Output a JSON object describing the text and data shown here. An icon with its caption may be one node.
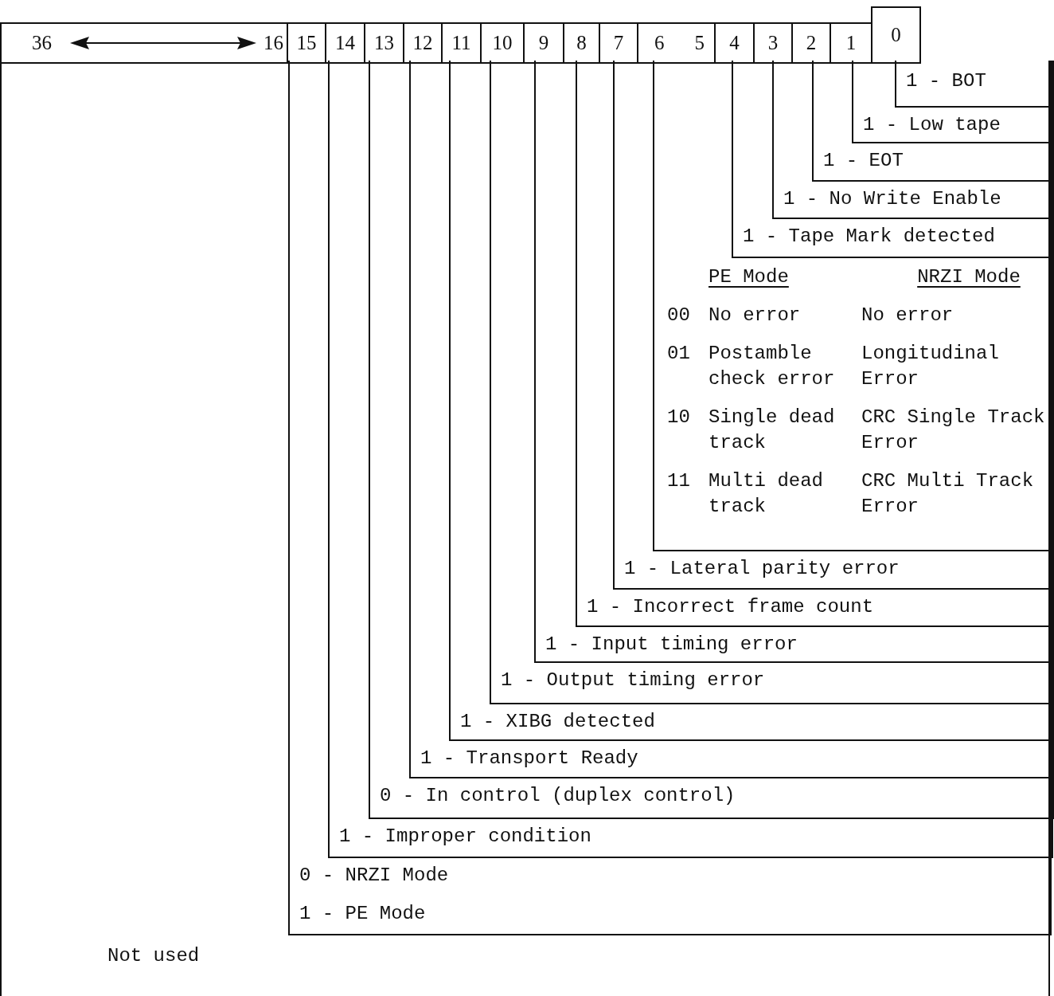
{
  "diagram": {
    "nodes": [
      {
        "text": [
          "36",
          "16"
        ]
      },
      {
        "text": [
          "15"
        ]
      },
      {
        "text": [
          "14"
        ]
      },
      {
        "text": [
          "13"
        ]
      },
      {
        "text": [
          "12"
        ]
      },
      {
        "text": [
          "11"
        ]
      },
      {
        "text": [
          "10"
        ]
      },
      {
        "text": [
          "9"
        ]
      },
      {
        "text": [
          "8"
        ]
      },
      {
        "text": [
          "7"
        ]
      },
      {
        "text": [
          "6",
          "5"
        ]
      },
      {
        "text": [
          "4"
        ]
      },
      {
        "text": [
          "3"
        ]
      },
      {
        "text": [
          "2"
        ]
      },
      {
        "text": [
          "1"
        ]
      },
      {
        "text": [
          "0"
        ]
      },
      {
        "text": [
          "Not used"
        ]
      },
      {
        "text": [
          "0 - NRZI Mode",
          "1 - PE Mode"
        ],
        "in": 16
      },
      {
        "text": [
          "1 - Improper condition"
        ],
        "in": 17
      },
      {
        "text": [
          "0 - In control (duplex control)"
        ],
        "in": 18
      },
      {
        "text": [
          "1 - Transport Ready"
        ],
        "in": 19
      },
      {
        "text": [
          "1 - XIBG detected"
        ],
        "in": 20
      },
      {
        "text": [
          "1 - Output timing error"
        ],
        "in": 21
      },
      {
        "text": [
          "1 - Input timing error"
        ],
        "in": 22
      },
      {
        "text": [
          "1 - Incorrect frame count"
        ],
        "in": 23
      },
      {
        "text": [
          "1 - Lateral parity error"
        ],
        "in": 24
      },
      {
        "text": [
          "PE Mode",
          "NRZI Mode",
          "00",
          "No error",
          "No error",
          "01",
          "Postamble check error",
          "Longitudinal Error",
          "10",
          "Single dead track",
          "CRC Single Track Error",
          "11",
          "Multi dead track",
          "CRC Multi Track Error"
        ],
        "in": 25
      },
      {
        "text": [
          "1 - Tape Mark detected"
        ],
        "in": 26
      },
      {
        "text": [
          "1 - No Write Enable"
        ],
        "in": 27
      },
      {
        "text": [
          "1 - EOT"
        ],
        "in": 28
      },
      {
        "text": [
          "1 - Low tape"
        ],
        "in": 29
      },
      {
        "text": [
          "1 - BOT"
        ],
        "in": 30
      }
    ]
  }
}
